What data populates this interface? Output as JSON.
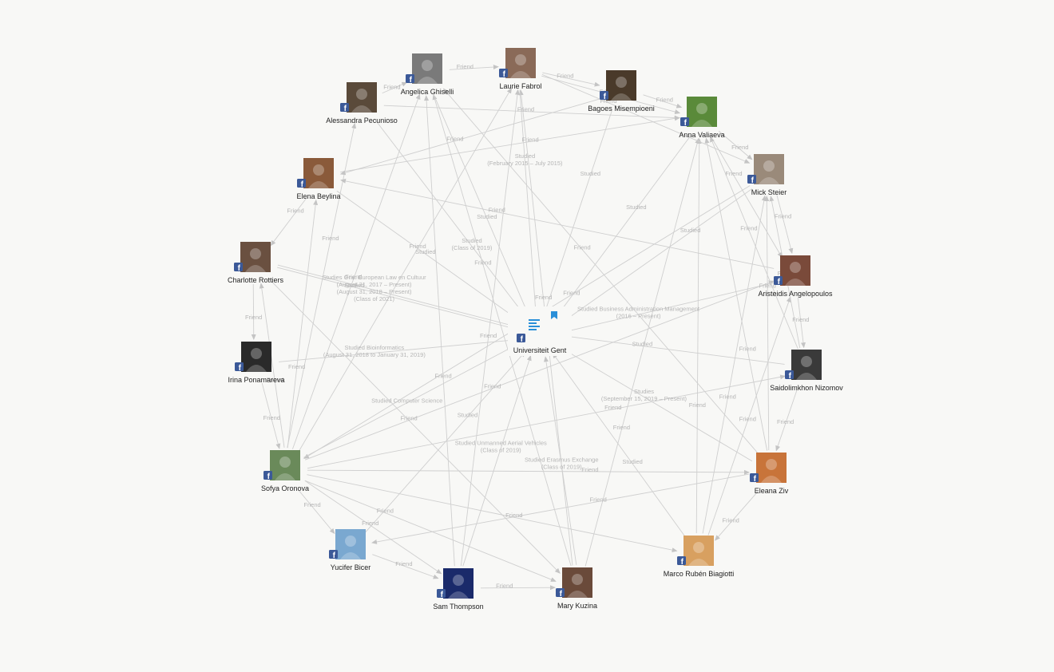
{
  "graph": {
    "center": {
      "id": "ugent",
      "label": "Universiteit Gent",
      "icon": "university-logo-icon",
      "badge": "facebook-icon"
    },
    "people": [
      {
        "id": "angelica",
        "label": "Angelica Ghiselli",
        "icon": "profile-photo",
        "badge": "facebook-icon",
        "photo_color": "#7a7a7a"
      },
      {
        "id": "laurie",
        "label": "Laurie Fabrol",
        "icon": "profile-photo",
        "badge": "facebook-icon",
        "photo_color": "#8a6a58"
      },
      {
        "id": "bagoes",
        "label": "Bagoes Misempioeni",
        "icon": "profile-photo",
        "badge": "facebook-icon",
        "photo_color": "#4a3a2a"
      },
      {
        "id": "anna",
        "label": "Anna Valiaeva",
        "icon": "profile-photo",
        "badge": "facebook-icon",
        "photo_color": "#5a8a3a"
      },
      {
        "id": "mick",
        "label": "Mick Steier",
        "icon": "profile-photo",
        "badge": "facebook-icon",
        "photo_color": "#9a8a7a"
      },
      {
        "id": "aristeidis",
        "label": "Aristeidis Angelopoulos",
        "icon": "profile-photo",
        "badge": "facebook-icon",
        "photo_color": "#7a4a3a"
      },
      {
        "id": "saidolimkhon",
        "label": "Saidolimkhon Nizomov",
        "icon": "profile-photo",
        "badge": "facebook-icon",
        "photo_color": "#3a3a3a"
      },
      {
        "id": "eleana",
        "label": "Eleana Ziv",
        "icon": "profile-photo",
        "badge": "facebook-icon",
        "photo_color": "#c8743a"
      },
      {
        "id": "marco",
        "label": "Marco Rubén Biagiotti",
        "icon": "profile-photo",
        "badge": "facebook-icon",
        "photo_color": "#d8a060"
      },
      {
        "id": "mary",
        "label": "Mary Kuzina",
        "icon": "profile-photo",
        "badge": "facebook-icon",
        "photo_color": "#6a4a3a"
      },
      {
        "id": "sam",
        "label": "Sam Thompson",
        "icon": "profile-photo",
        "badge": "facebook-icon",
        "photo_color": "#1a2a6a"
      },
      {
        "id": "yucifer",
        "label": "Yucifer Bicer",
        "icon": "profile-photo",
        "badge": "facebook-icon",
        "photo_color": "#7aa8d0"
      },
      {
        "id": "sofya",
        "label": "Sofya Oronova",
        "icon": "profile-photo",
        "badge": "facebook-icon",
        "photo_color": "#6a8a5a"
      },
      {
        "id": "irina",
        "label": "Irina Ponamareva",
        "icon": "profile-photo",
        "badge": "facebook-icon",
        "photo_color": "#2a2a2a"
      },
      {
        "id": "charlotte",
        "label": "Charlotte Rottiers",
        "icon": "profile-photo",
        "badge": "facebook-icon",
        "photo_color": "#6a5040"
      },
      {
        "id": "elena",
        "label": "Elena Beylina",
        "icon": "profile-photo",
        "badge": "facebook-icon",
        "photo_color": "#8a5a3a"
      },
      {
        "id": "alessandra",
        "label": "Alessandra Pecunioso",
        "icon": "profile-photo",
        "badge": "facebook-icon",
        "photo_color": "#5a4a3a"
      }
    ],
    "edges": [
      {
        "from": "angelica",
        "to": "laurie",
        "label": "Friend"
      },
      {
        "from": "laurie",
        "to": "bagoes",
        "label": "Friend"
      },
      {
        "from": "laurie",
        "to": "anna",
        "label": "Friend"
      },
      {
        "from": "bagoes",
        "to": "anna",
        "label": "Friend"
      },
      {
        "from": "anna",
        "to": "mick",
        "label": "Friend"
      },
      {
        "from": "anna",
        "to": "aristeidis",
        "label": "Friend"
      },
      {
        "from": "mick",
        "to": "aristeidis",
        "label": "Friend"
      },
      {
        "from": "aristeidis",
        "to": "saidolimkhon",
        "label": "Friend"
      },
      {
        "from": "saidolimkhon",
        "to": "eleana",
        "label": "Friend"
      },
      {
        "from": "eleana",
        "to": "marco",
        "label": "Friend"
      },
      {
        "from": "sam",
        "to": "mary",
        "label": "Friend"
      },
      {
        "from": "sofya",
        "to": "yucifer",
        "label": "Friend"
      },
      {
        "from": "yucifer",
        "to": "sam",
        "label": "Friend"
      },
      {
        "from": "irina",
        "to": "sofya",
        "label": "Friend"
      },
      {
        "from": "charlotte",
        "to": "irina",
        "label": "Friend"
      },
      {
        "from": "elena",
        "to": "charlotte",
        "label": "Friend"
      },
      {
        "from": "alessandra",
        "to": "angelica",
        "label": "Friend"
      },
      {
        "from": "alessandra",
        "to": "anna",
        "label": "Friend"
      },
      {
        "from": "elena",
        "to": "anna",
        "label": "Friend"
      },
      {
        "from": "sofya",
        "to": "eleana",
        "label": "Friend"
      },
      {
        "from": "sofya",
        "to": "mary",
        "label": "Friend"
      },
      {
        "from": "sofya",
        "to": "aristeidis",
        "label": "Friend"
      },
      {
        "from": "sofya",
        "to": "angelica",
        "label": "Friend"
      },
      {
        "from": "sofya",
        "to": "laurie",
        "label": "Friend"
      },
      {
        "from": "sofya",
        "to": "alessandra",
        "label": "Friend"
      },
      {
        "from": "sofya",
        "to": "elena",
        "label": "Friend"
      },
      {
        "from": "sofya",
        "to": "charlotte",
        "label": "Friend"
      },
      {
        "from": "sofya",
        "to": "sam",
        "label": "Friend"
      },
      {
        "from": "sofya",
        "to": "marco",
        "label": "Friend"
      },
      {
        "from": "sofya",
        "to": "saidolimkhon",
        "label": "Friend"
      },
      {
        "from": "marco",
        "to": "anna",
        "label": "Friend"
      },
      {
        "from": "marco",
        "to": "mick",
        "label": "Friend"
      },
      {
        "from": "marco",
        "to": "aristeidis",
        "label": "Friend"
      },
      {
        "from": "mary",
        "to": "laurie",
        "label": "Friend"
      },
      {
        "from": "mary",
        "to": "angelica",
        "label": "Friend"
      },
      {
        "from": "mary",
        "to": "anna",
        "label": "Friend"
      },
      {
        "from": "sam",
        "to": "angelica",
        "label": "Friend"
      },
      {
        "from": "sam",
        "to": "laurie",
        "label": "Friend"
      },
      {
        "from": "eleana",
        "to": "angelica",
        "label": "Friend"
      },
      {
        "from": "eleana",
        "to": "mick",
        "label": "Friend"
      },
      {
        "from": "eleana",
        "to": "anna",
        "label": "Friend"
      },
      {
        "from": "eleana",
        "to": "yucifer",
        "label": "Friend"
      },
      {
        "from": "saidolimkhon",
        "to": "mick",
        "label": "Friend"
      },
      {
        "from": "saidolimkhon",
        "to": "anna",
        "label": "Friend"
      },
      {
        "from": "aristeidis",
        "to": "elena",
        "label": "Friend"
      },
      {
        "from": "laurie",
        "to": "mick",
        "label": "Friend"
      },
      {
        "from": "mick",
        "to": "sofya",
        "label": "Friend"
      },
      {
        "from": "charlotte",
        "to": "mary",
        "label": "Friend"
      },
      {
        "from": "bagoes",
        "to": "elena",
        "label": "Friend"
      },
      {
        "from": "alessandra",
        "to": "ugent",
        "label": "Studied\n(Class of 2019)"
      },
      {
        "from": "laurie",
        "to": "ugent",
        "label": "Studied\n(February 2015 – July 2015)"
      },
      {
        "from": "anna",
        "to": "ugent",
        "label": "Studied"
      },
      {
        "from": "elena",
        "to": "ugent",
        "label": "Studied"
      },
      {
        "from": "angelica",
        "to": "ugent",
        "label": "Studied"
      },
      {
        "from": "aristeidis",
        "to": "ugent",
        "label": "Studied Business Administration Management\n(2016 – Present)"
      },
      {
        "from": "charlotte",
        "to": "ugent",
        "label": "Studied"
      },
      {
        "from": "irina",
        "to": "ugent",
        "label": "Studied Bioinformatics\n(August 31, 2018 to January 31, 2019)"
      },
      {
        "from": "sofya",
        "to": "ugent",
        "label": "Studied Computer Science"
      },
      {
        "from": "eleana",
        "to": "ugent",
        "label": "Studies\n(September 15, 2019 – Present)"
      },
      {
        "from": "saidolimkhon",
        "to": "ugent",
        "label": "Studied"
      },
      {
        "from": "mick",
        "to": "ugent",
        "label": "Studied"
      },
      {
        "from": "marco",
        "to": "ugent",
        "label": "Studied"
      },
      {
        "from": "mary",
        "to": "ugent",
        "label": "Studied Erasmus Exchange\n(Class of 2019)"
      },
      {
        "from": "sam",
        "to": "ugent",
        "label": "Studied Unmanned Aerial Vehicles\n(Class of 2019)"
      },
      {
        "from": "yucifer",
        "to": "ugent",
        "label": "Studied"
      },
      {
        "from": "bagoes",
        "to": "ugent",
        "label": "Studied"
      },
      {
        "from": "charlotte",
        "to": "ugent",
        "label": "Studies Ons: European Law en Cultuur\n(August 31, 2017 – Present)\n(August 31, 2018 – Present)\n(Class of 2021)"
      }
    ],
    "colors": {
      "background": "#f8f8f6",
      "edge": "#cfcfcf",
      "edge_label": "#b5b5b5",
      "node_label": "#222222",
      "facebook_badge": "#3b5998",
      "university_accent": "#2a8fd8"
    }
  }
}
